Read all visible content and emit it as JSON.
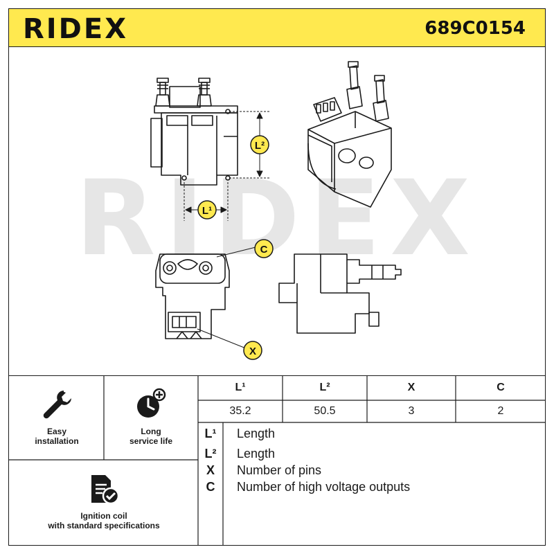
{
  "header": {
    "brand": "RIDEX",
    "part_number": "689C0154",
    "accent_color": "#ffe94f"
  },
  "drawing": {
    "watermark": "RIDEX",
    "callouts": {
      "l2": "L²",
      "l1": "L¹",
      "c": "C",
      "x": "X"
    }
  },
  "features": [
    {
      "icon": "wrench-icon",
      "label_line1": "Easy",
      "label_line2": "installation"
    },
    {
      "icon": "clock-plus-icon",
      "label_line1": "Long",
      "label_line2": "service life"
    },
    {
      "icon": "document-check-icon",
      "label_line1": "Ignition coil",
      "label_line2": "with standard specifications"
    }
  ],
  "spec_table": {
    "headers": [
      "L¹",
      "L²",
      "X",
      "C"
    ],
    "values": [
      "35.2",
      "50.5",
      "3",
      "2"
    ]
  },
  "legend": [
    {
      "code": "L¹",
      "desc": "Length"
    },
    {
      "code": "L²",
      "desc": "Length"
    },
    {
      "code": "X",
      "desc": "Number of pins"
    },
    {
      "code": "C",
      "desc": "Number of high voltage outputs"
    }
  ]
}
